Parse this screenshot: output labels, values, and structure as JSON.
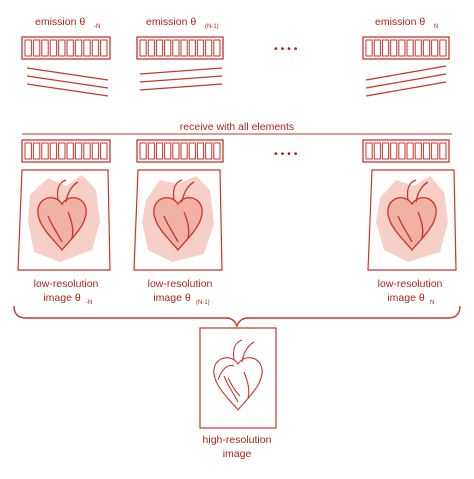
{
  "colors": {
    "stroke": "#c9362a",
    "fill": "#f6cfc6",
    "fill_dark": "#e79b8d",
    "text": "#b02418"
  },
  "emission": {
    "label": "emission θ",
    "subscripts": [
      "-N",
      "(N-1)",
      "N"
    ]
  },
  "receive_label": "receive with all elements",
  "ellipsis": "• • • •",
  "low_res": {
    "line1": "low-resolution",
    "line2": "image θ",
    "subscripts": [
      "-N",
      "(N-1)",
      "N"
    ]
  },
  "high_res": {
    "line1": "high-resolution",
    "line2": "image"
  },
  "icons": [
    "transducer-array-icon",
    "heart-scan-icon",
    "heart-outline-icon",
    "curly-brace-icon"
  ]
}
